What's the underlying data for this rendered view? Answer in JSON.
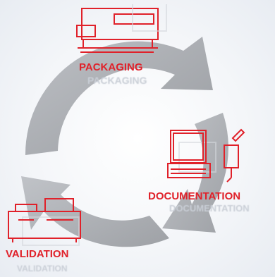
{
  "diagram": {
    "stages": [
      {
        "name": "PACKAGING",
        "icon": "packaging-machine-icon"
      },
      {
        "name": "DOCUMENTATION",
        "icon": "computer-tablet-icon"
      },
      {
        "name": "VALIDATION",
        "icon": "lab-equipment-icon"
      }
    ],
    "colors": {
      "accent": "#e0212a",
      "cycle": "#a3a6ab",
      "ghost": "#c9ced6"
    }
  }
}
